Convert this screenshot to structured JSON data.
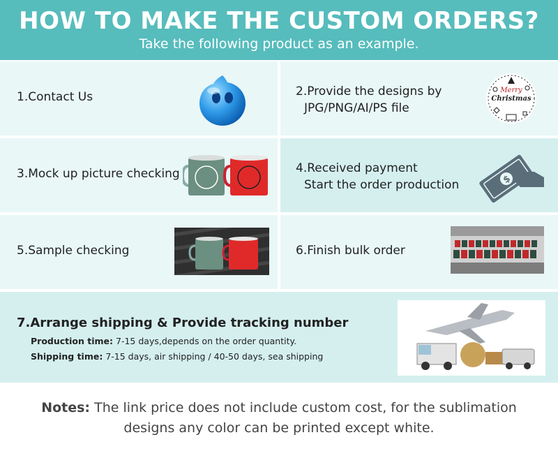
{
  "header": {
    "title": "HOW TO MAKE THE CUSTOM ORDERS?",
    "subtitle": "Take the following product as an example."
  },
  "steps": {
    "s1": {
      "label": "1.Contact Us"
    },
    "s2": {
      "line1": "2.Provide the designs by",
      "line2": "JPG/PNG/AI/PS file"
    },
    "s3": {
      "label": "3.Mock up picture checking"
    },
    "s4": {
      "line1": "4.Received payment",
      "line2": "Start the order production"
    },
    "s5": {
      "label": "5.Sample checking"
    },
    "s6": {
      "label": "6.Finish bulk order"
    },
    "s7": {
      "label": "7.Arrange shipping & Provide tracking number",
      "production_key": "Production time:",
      "production_val": "7-15 days,depends on the order quantity.",
      "shipping_key": "Shipping time:",
      "shipping_val": "7-15 days, air shipping / 40-50 days, sea shipping"
    }
  },
  "art": {
    "xmas_line1": "Merry",
    "xmas_line2": "Christmas"
  },
  "notes": {
    "key": "Notes:",
    "line1": "The link price does not include custom cost, for the sublimation",
    "line2": "designs any color can be printed except white."
  },
  "colors": {
    "header_bg": "#57bcbc",
    "row_light": "#e9f7f7",
    "row_mid": "#d5efef",
    "mug_green": "#6b8f80",
    "mug_red": "#e02a2a"
  }
}
